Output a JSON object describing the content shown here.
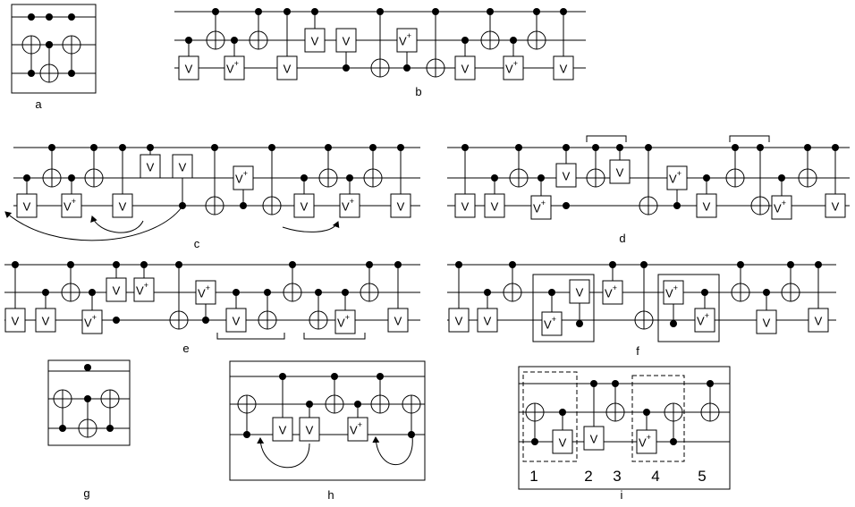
{
  "panel_labels": {
    "a": "a",
    "b": "b",
    "c": "c",
    "d": "d",
    "e": "e",
    "f": "f",
    "g": "g",
    "h": "h",
    "i": "i"
  },
  "gate_text": {
    "v": "V",
    "vdag": "V",
    "dagger": "+"
  },
  "step_numbers": [
    "1",
    "2",
    "3",
    "4",
    "5"
  ]
}
